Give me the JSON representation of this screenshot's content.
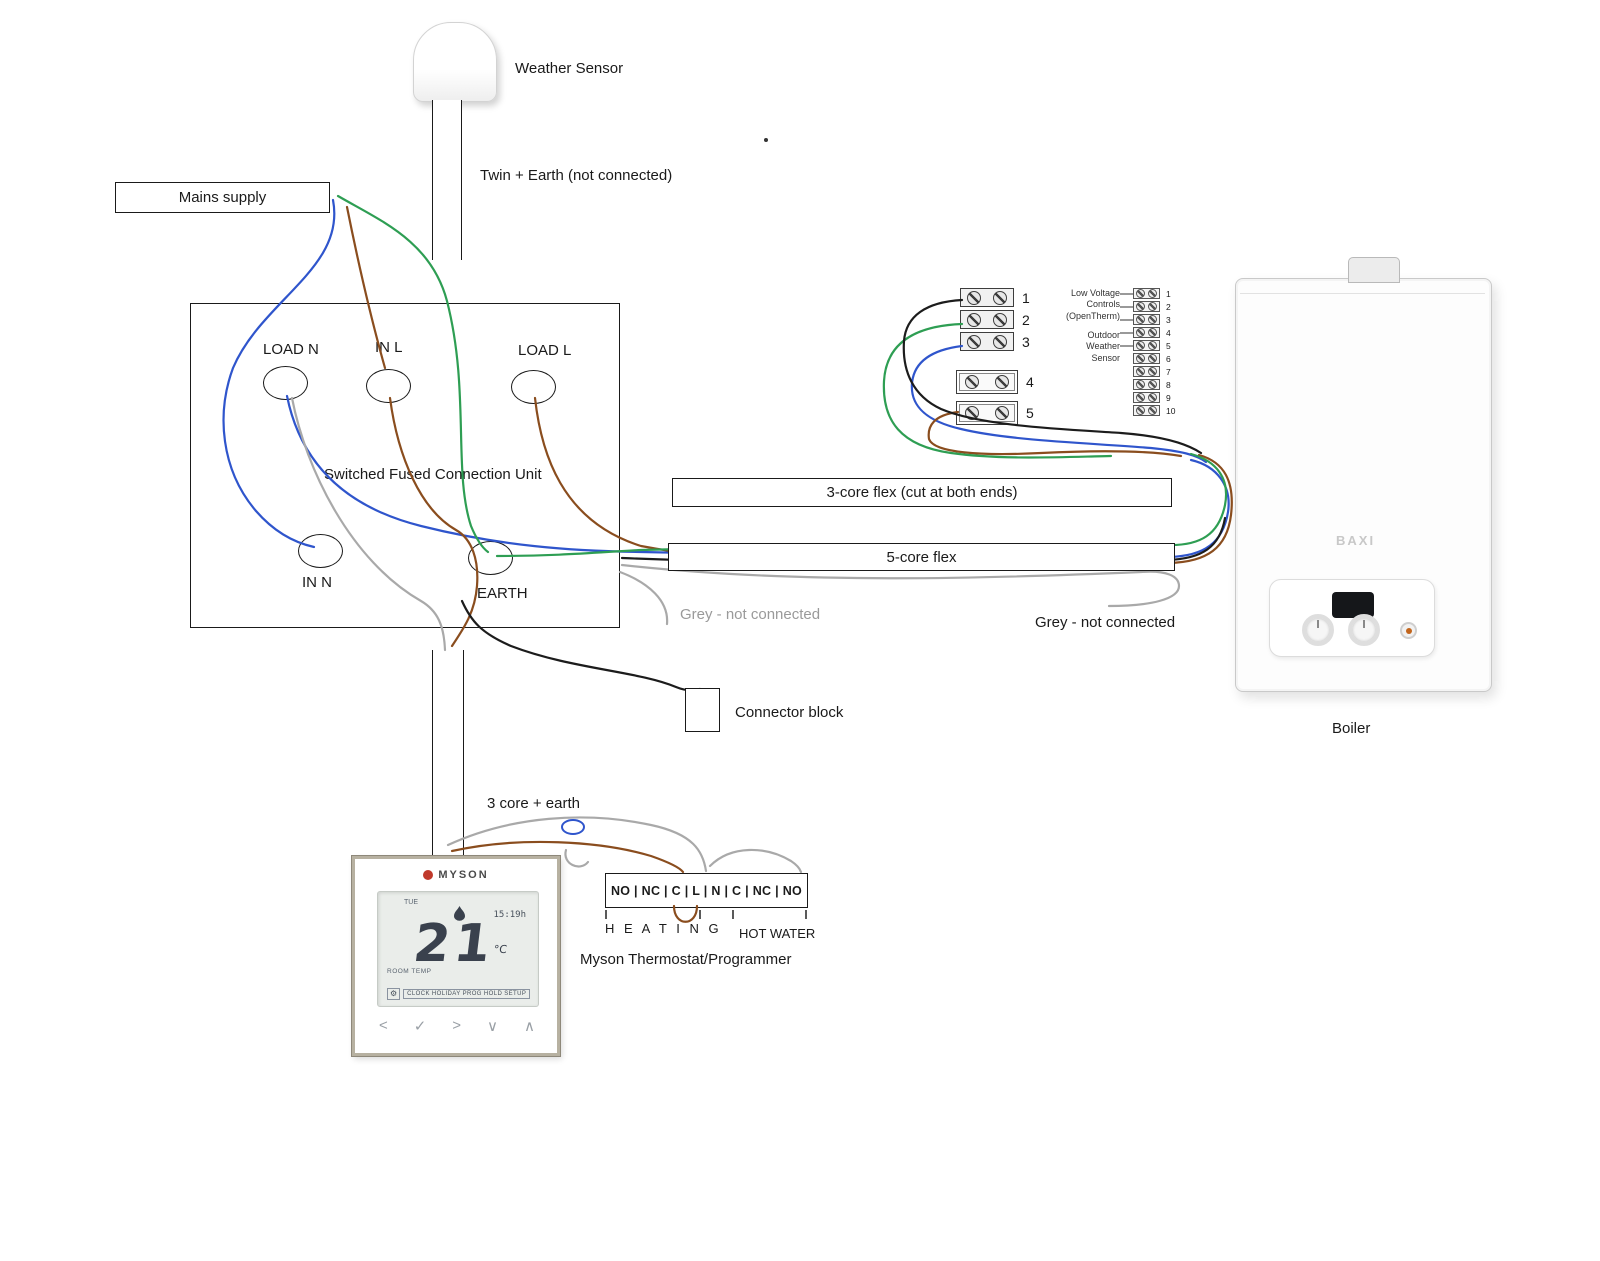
{
  "colors": {
    "blue": "#2f55cc",
    "brown": "#8a4d1e",
    "green": "#2e9e53",
    "grey": "#a9a9a9",
    "black": "#1c1c1c"
  },
  "labels": {
    "weather_sensor": "Weather Sensor",
    "twin_earth": "Twin + Earth (not connected)",
    "mains_supply": "Mains supply",
    "sfcu_title": "Switched Fused Connection Unit",
    "load_n": "LOAD N",
    "in_l": "IN L",
    "load_l": "LOAD L",
    "in_n": "IN N",
    "earth": "EARTH",
    "three_core_flex": "3-core flex (cut at both ends)",
    "five_core_flex": "5-core flex",
    "grey_not_connected_left": "Grey - not connected",
    "grey_not_connected_right": "Grey - not connected",
    "connector_block": "Connector block",
    "three_core_earth": "3 core + earth",
    "heating": "H E A T I N G",
    "hot_water": "HOT WATER",
    "strip_terminals": "NO | NC | C | L | N | C | NC | NO",
    "thermostat_caption": "Myson Thermostat/Programmer"
  },
  "boiler": {
    "label": "Boiler",
    "brand": "BAXI"
  },
  "boiler_terminals": {
    "numbers": [
      "1",
      "2",
      "3",
      "4",
      "5"
    ]
  },
  "lv_terminals": {
    "numbers": [
      "1",
      "2",
      "3",
      "4",
      "5",
      "6",
      "7",
      "8",
      "9",
      "10"
    ],
    "label_controls": "Low Voltage\nControls\n(OpenTherm)",
    "label_outdoor": "Outdoor\nWeather\nSensor"
  },
  "thermostat": {
    "brand": "MYSON",
    "day": "TUE",
    "time": "15:19h",
    "temp": "21",
    "unit": "°C",
    "room_temp": "ROOM TEMP",
    "menu": "CLOCK HOLIDAY PROG HOLD SETUP",
    "gear_icon": "⚙",
    "buttons": [
      "<",
      "✓",
      ">",
      "∨",
      "∧"
    ]
  }
}
